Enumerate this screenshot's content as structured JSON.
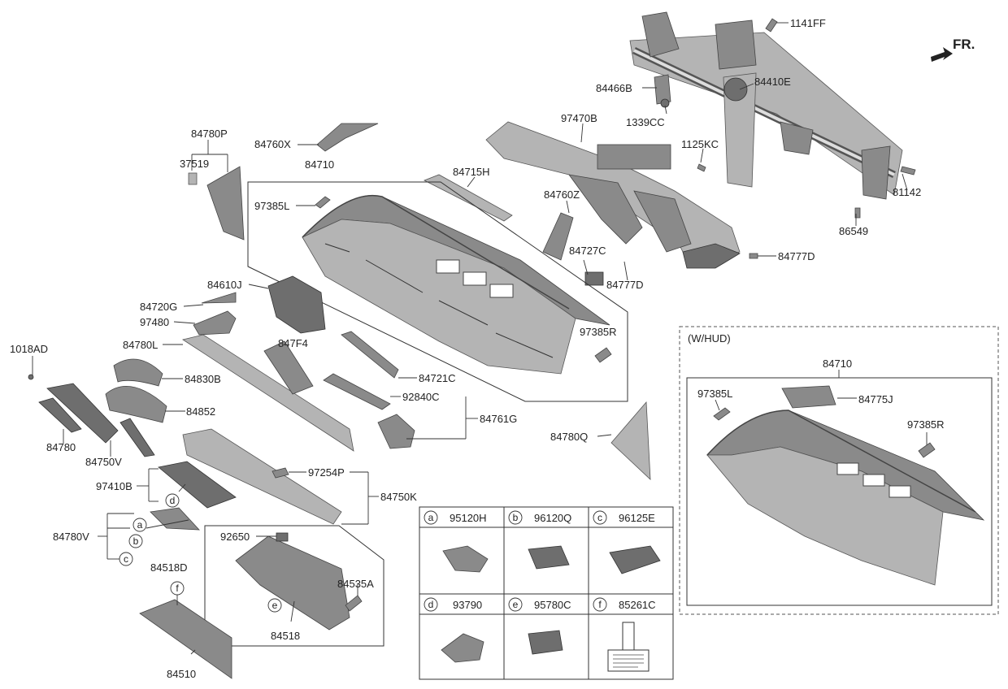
{
  "orientation": "FR.",
  "hud_variant": {
    "title": "(W/HUD)",
    "labels": {
      "dash": "84710",
      "vent_l": "97385L",
      "hud": "84775J",
      "vent_r": "97385R"
    }
  },
  "labels": {
    "p1141FF": "1141FF",
    "p84466B": "84466B",
    "p84410E": "84410E",
    "p1339CC": "1339CC",
    "p97470B": "97470B",
    "p1125KC": "1125KC",
    "p81142": "81142",
    "p86549": "86549",
    "p84777D_a": "84777D",
    "p84777D_b": "84777D",
    "p84727C": "84727C",
    "p84760Z": "84760Z",
    "p84715H": "84715H",
    "p84780P": "84780P",
    "p37519": "37519",
    "p84760X": "84760X",
    "p84710": "84710",
    "p97385L": "97385L",
    "p84610J": "84610J",
    "p84720G": "84720G",
    "p97480": "97480",
    "p84780L": "84780L",
    "p847F4": "847F4",
    "p97385R": "97385R",
    "p1018AD": "1018AD",
    "p84830B": "84830B",
    "p84852": "84852",
    "p84721C": "84721C",
    "p92840C": "92840C",
    "p84761G": "84761G",
    "p84780Q": "84780Q",
    "p84780": "84780",
    "p84750V": "84750V",
    "p97410B": "97410B",
    "p97254P": "97254P",
    "p84750K": "84750K",
    "p84780V": "84780V",
    "p92650": "92650",
    "p84518D": "84518D",
    "p84535A": "84535A",
    "p84518": "84518",
    "p84510": "84510"
  },
  "callouts": {
    "a": "a",
    "b": "b",
    "c": "c",
    "d": "d",
    "e": "e",
    "f": "f"
  },
  "legend": [
    {
      "letter": "a",
      "part": "95120H"
    },
    {
      "letter": "b",
      "part": "96120Q"
    },
    {
      "letter": "c",
      "part": "96125E"
    },
    {
      "letter": "d",
      "part": "93790"
    },
    {
      "letter": "e",
      "part": "95780C"
    },
    {
      "letter": "f",
      "part": "85261C"
    }
  ]
}
